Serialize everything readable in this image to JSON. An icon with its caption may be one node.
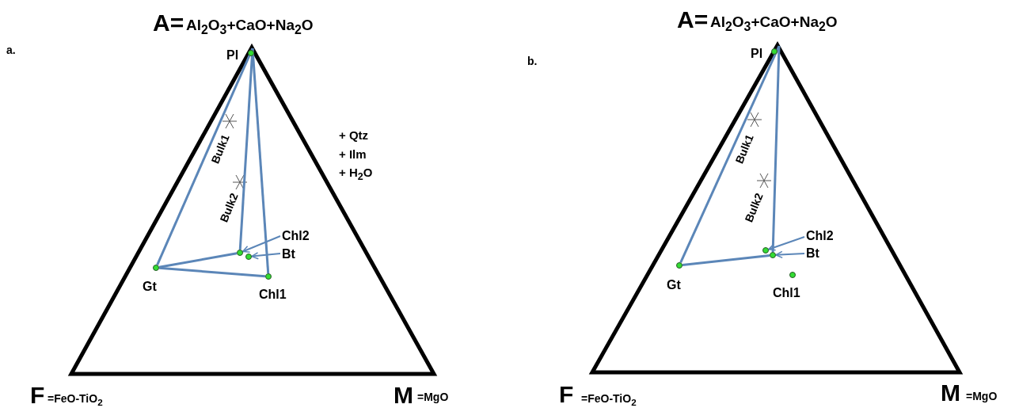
{
  "diagram": {
    "nodes": [
      {
        "text": [
          "Pl"
        ]
      },
      {
        "text": [
          "Chl2"
        ]
      },
      {
        "text": [],
        "shape": "circle"
      },
      {
        "text": [
          "Bt"
        ]
      },
      {
        "text": [],
        "shape": "circle"
      },
      {
        "text": [
          "Gt"
        ]
      },
      {
        "text": [
          "Chl1"
        ]
      },
      {
        "text": [
          "Pl"
        ]
      },
      {
        "text": [
          "Chl2"
        ]
      },
      {
        "text": [],
        "shape": "circle"
      },
      {
        "text": [
          "Bt"
        ]
      },
      {
        "text": [],
        "shape": "circle"
      },
      {
        "text": [
          "Gt"
        ]
      },
      {
        "text": [
          "Chl1"
        ]
      }
    ],
    "edges": [
      {
        "from": 0,
        "to": 5,
        "arrow": "none"
      },
      {
        "from": 0,
        "to": 2,
        "arrow": "none"
      },
      {
        "from": 0,
        "to": 6,
        "arrow": "none"
      },
      {
        "from": 5,
        "to": 2,
        "arrow": "none"
      },
      {
        "from": 5,
        "to": 6,
        "arrow": "none"
      },
      {
        "from": 1,
        "to": 2,
        "arrow": "to"
      },
      {
        "from": 3,
        "to": 4,
        "arrow": "to"
      },
      {
        "from": 7,
        "to": 12,
        "arrow": "none"
      },
      {
        "from": 7,
        "to": 11,
        "arrow": "none"
      },
      {
        "from": 12,
        "to": 11,
        "arrow": "none"
      },
      {
        "from": 8,
        "to": 9,
        "arrow": "to"
      },
      {
        "from": 10,
        "to": 11,
        "arrow": "to"
      }
    ],
    "labels": [
      "A=",
      "Al$_{2}$O$_{3}$+CaO+Na$_{2}$O",
      "a.",
      "+ Qtz",
      "+ Ilm",
      "+ H$_{2}$O",
      "Bulk1",
      "Bulk2",
      "F",
      "=FeO-TiO$_{2}$",
      "M",
      "=MgO",
      "A=",
      "Al$_{2}$O$_{3}$+CaO+Na$_{2}$O",
      "b.",
      "Bulk1",
      "Bulk2",
      "F",
      "=FeO-TiO$_{2}$",
      "M",
      "=MgO"
    ]
  }
}
